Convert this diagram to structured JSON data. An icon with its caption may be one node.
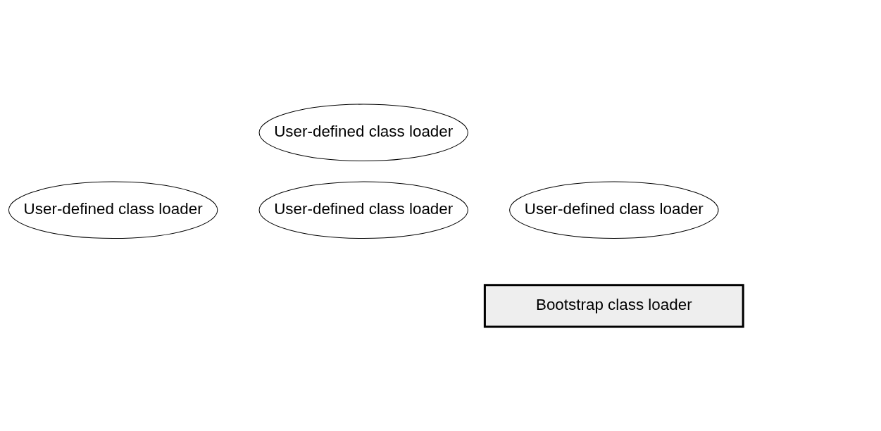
{
  "diagram": {
    "nodes": [
      {
        "text": [
          "User-defined class loader"
        ]
      },
      {
        "text": [
          "User-defined class loader"
        ]
      },
      {
        "text": [
          "User-defined class loader"
        ]
      },
      {
        "text": [
          "User-defined class loader"
        ]
      },
      {
        "text": [
          "Bootstrap class loader"
        ]
      }
    ],
    "edges": []
  }
}
